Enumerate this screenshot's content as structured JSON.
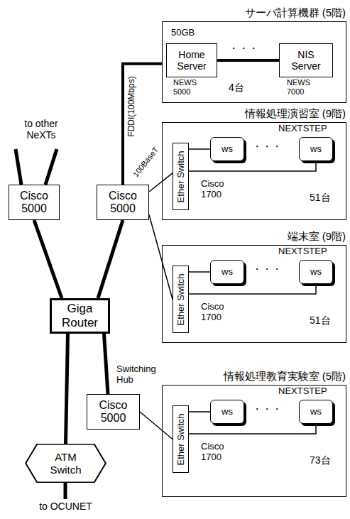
{
  "diagram": {
    "nodes": [
      {
        "text": [
          "サーバ計算機群 (5階)"
        ]
      },
      {
        "text": [
          "Home Server"
        ],
        "in": 0
      },
      {
        "text": [
          "NIS Server"
        ],
        "in": 0
      },
      {
        "text": [
          "情報処理演習室 (9階)"
        ]
      },
      {
        "text": [
          "Ether Switch"
        ],
        "in": 3
      },
      {
        "text": [
          "ws"
        ],
        "in": 3
      },
      {
        "text": [
          "ws"
        ],
        "in": 3
      },
      {
        "text": [
          "端末室 (9階)"
        ]
      },
      {
        "text": [
          "Ether Switch"
        ],
        "in": 7
      },
      {
        "text": [
          "ws"
        ],
        "in": 7
      },
      {
        "text": [
          "ws"
        ],
        "in": 7
      },
      {
        "text": [
          "情報処理教育実験室 (5階)"
        ]
      },
      {
        "text": [
          "Ether Switch"
        ],
        "in": 11
      },
      {
        "text": [
          "ws"
        ],
        "in": 11
      },
      {
        "text": [
          "ws"
        ],
        "in": 11
      },
      {
        "text": [
          "Cisco 5000"
        ]
      },
      {
        "text": [
          "Cisco 5000"
        ]
      },
      {
        "text": [
          "Giga Router"
        ]
      },
      {
        "text": [
          "Cisco 5000"
        ]
      },
      {
        "text": [
          "ATM Switch"
        ]
      }
    ],
    "edges": [
      {
        "from": 16,
        "to": 0,
        "arrow": "none",
        "label": "FDDI(100Mbps)"
      },
      {
        "from": 1,
        "to": 2,
        "arrow": "none"
      },
      {
        "from": 16,
        "to": 4,
        "arrow": "none",
        "label": "100BaseT"
      },
      {
        "from": 16,
        "to": 8,
        "arrow": "none"
      },
      {
        "from": 17,
        "to": 15,
        "arrow": "none"
      },
      {
        "from": 17,
        "to": 16,
        "arrow": "none"
      },
      {
        "from": 17,
        "to": 18,
        "arrow": "none"
      },
      {
        "from": 17,
        "to": 19,
        "arrow": "none"
      },
      {
        "from": 18,
        "to": 12,
        "arrow": "none"
      },
      {
        "from": 4,
        "to": 5,
        "arrow": "none"
      },
      {
        "from": 4,
        "to": 6,
        "arrow": "none"
      },
      {
        "from": 8,
        "to": 9,
        "arrow": "none"
      },
      {
        "from": 8,
        "to": 10,
        "arrow": "none"
      },
      {
        "from": 12,
        "to": 13,
        "arrow": "none"
      },
      {
        "from": 12,
        "to": 14,
        "arrow": "none"
      }
    ],
    "labels": [
      "to other NeXTs",
      "50GB",
      "・・・",
      "NEWS 5000",
      "4台",
      "NEWS 7000",
      "NEXTSTEP",
      "・・・",
      "Cisco 1700",
      "51台",
      "NEXTSTEP",
      "・・・",
      "Cisco 1700",
      "51台",
      "NEXTSTEP",
      "・・・",
      "Cisco 1700",
      "73台",
      "Switching Hub",
      "to OCUNET"
    ]
  }
}
